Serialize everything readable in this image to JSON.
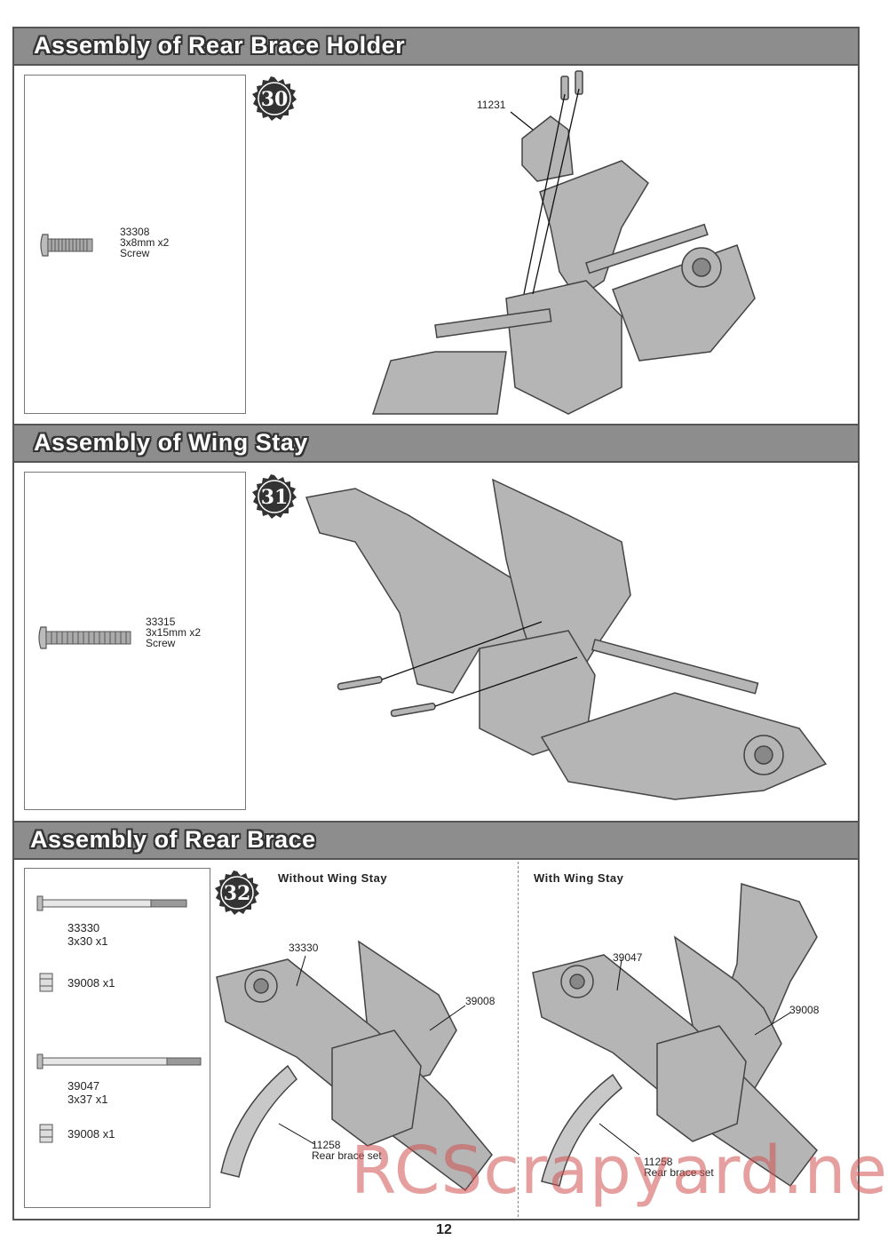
{
  "sections": [
    {
      "title": "Assembly of  Rear Brace Holder",
      "step": "30",
      "parts": [
        {
          "number": "33308",
          "size": "3x8mm x2",
          "name": "Screw"
        }
      ],
      "callouts": {
        "holder": "11231"
      }
    },
    {
      "title": "Assembly of Wing Stay",
      "step": "31",
      "parts": [
        {
          "number": "33315",
          "size": "3x15mm x2",
          "name": "Screw"
        }
      ]
    },
    {
      "title": "Assembly of Rear Brace",
      "step": "32",
      "parts": [
        {
          "number": "33330",
          "size": "3x30  x1"
        },
        {
          "label": "39008  x1"
        },
        {
          "number": "39047",
          "size": "3x37  x1"
        },
        {
          "label": "39008  x1"
        }
      ],
      "left_view": {
        "title": "Without Wing Stay",
        "callouts": [
          "33330",
          "39008",
          "11258",
          "Rear brace set"
        ]
      },
      "right_view": {
        "title": "With Wing Stay",
        "callouts": [
          "39047",
          "39008",
          "11258",
          "Rear brace set"
        ]
      }
    }
  ],
  "page_number": "12",
  "watermark": "RCScrapyard.net",
  "colors": {
    "header_bar": "#8d8d8d",
    "border": "#555555",
    "watermark": "#d25050"
  }
}
